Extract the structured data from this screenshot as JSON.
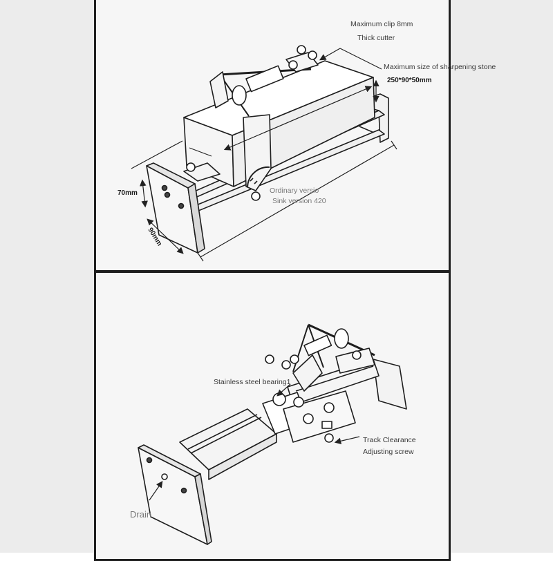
{
  "top_figure": {
    "labels": {
      "max_clip": "Maximum clip 8mm",
      "thick_cutter": "Thick cutter",
      "max_stone": "Maximum size of sharpening stone",
      "stone_dims": "250*90*50mm",
      "height": "70mm",
      "width": "90mm",
      "ordinary": "Ordinary versio",
      "sink": "Sink version 420"
    }
  },
  "bottom_figure": {
    "labels": {
      "bearing": "Stainless steel bearing1",
      "track_1": "Track Clearance",
      "track_2": "Adjusting screw",
      "drain": "Drain"
    }
  }
}
